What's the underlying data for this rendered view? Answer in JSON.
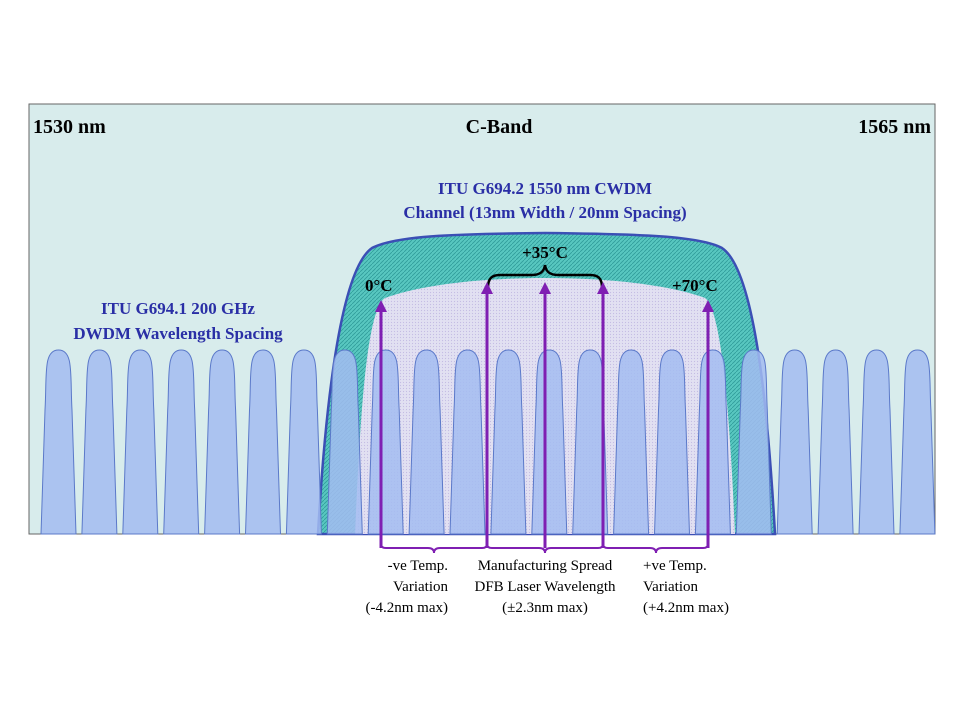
{
  "band": {
    "left_label": "1530 nm",
    "center_label": "C-Band",
    "right_label": "1565 nm"
  },
  "cwdm": {
    "line1": "ITU G694.2   1550 nm CWDM",
    "line2": "Channel (13nm Width / 20nm Spacing)"
  },
  "dwdm": {
    "line1": "ITU G694.1   200 GHz",
    "line2": "DWDM Wavelength Spacing"
  },
  "temps": {
    "zero": "0°C",
    "mid": "+35°C",
    "hot": "+70°C"
  },
  "captions": {
    "neg_line1": "-ve Temp.",
    "neg_line2": "Variation",
    "neg_line3": "(-4.2nm max)",
    "mfg_line1": "Manufacturing Spread",
    "mfg_line2": "DFB Laser Wavelength",
    "mfg_line3": "(±2.3nm max)",
    "pos_line1": "+ve Temp.",
    "pos_line2": "Variation",
    "pos_line3": "(+4.2nm max)"
  },
  "dwdm_channel_count": 22,
  "colors": {
    "panel": "#d8ecec",
    "dwdm_channel": "#a3bcf1",
    "cwdm_fill": "#58c7c0",
    "cwdm_outline": "#3b4fb5",
    "arrow": "#7f1fb2",
    "text_blue": "#2a2fa6"
  }
}
